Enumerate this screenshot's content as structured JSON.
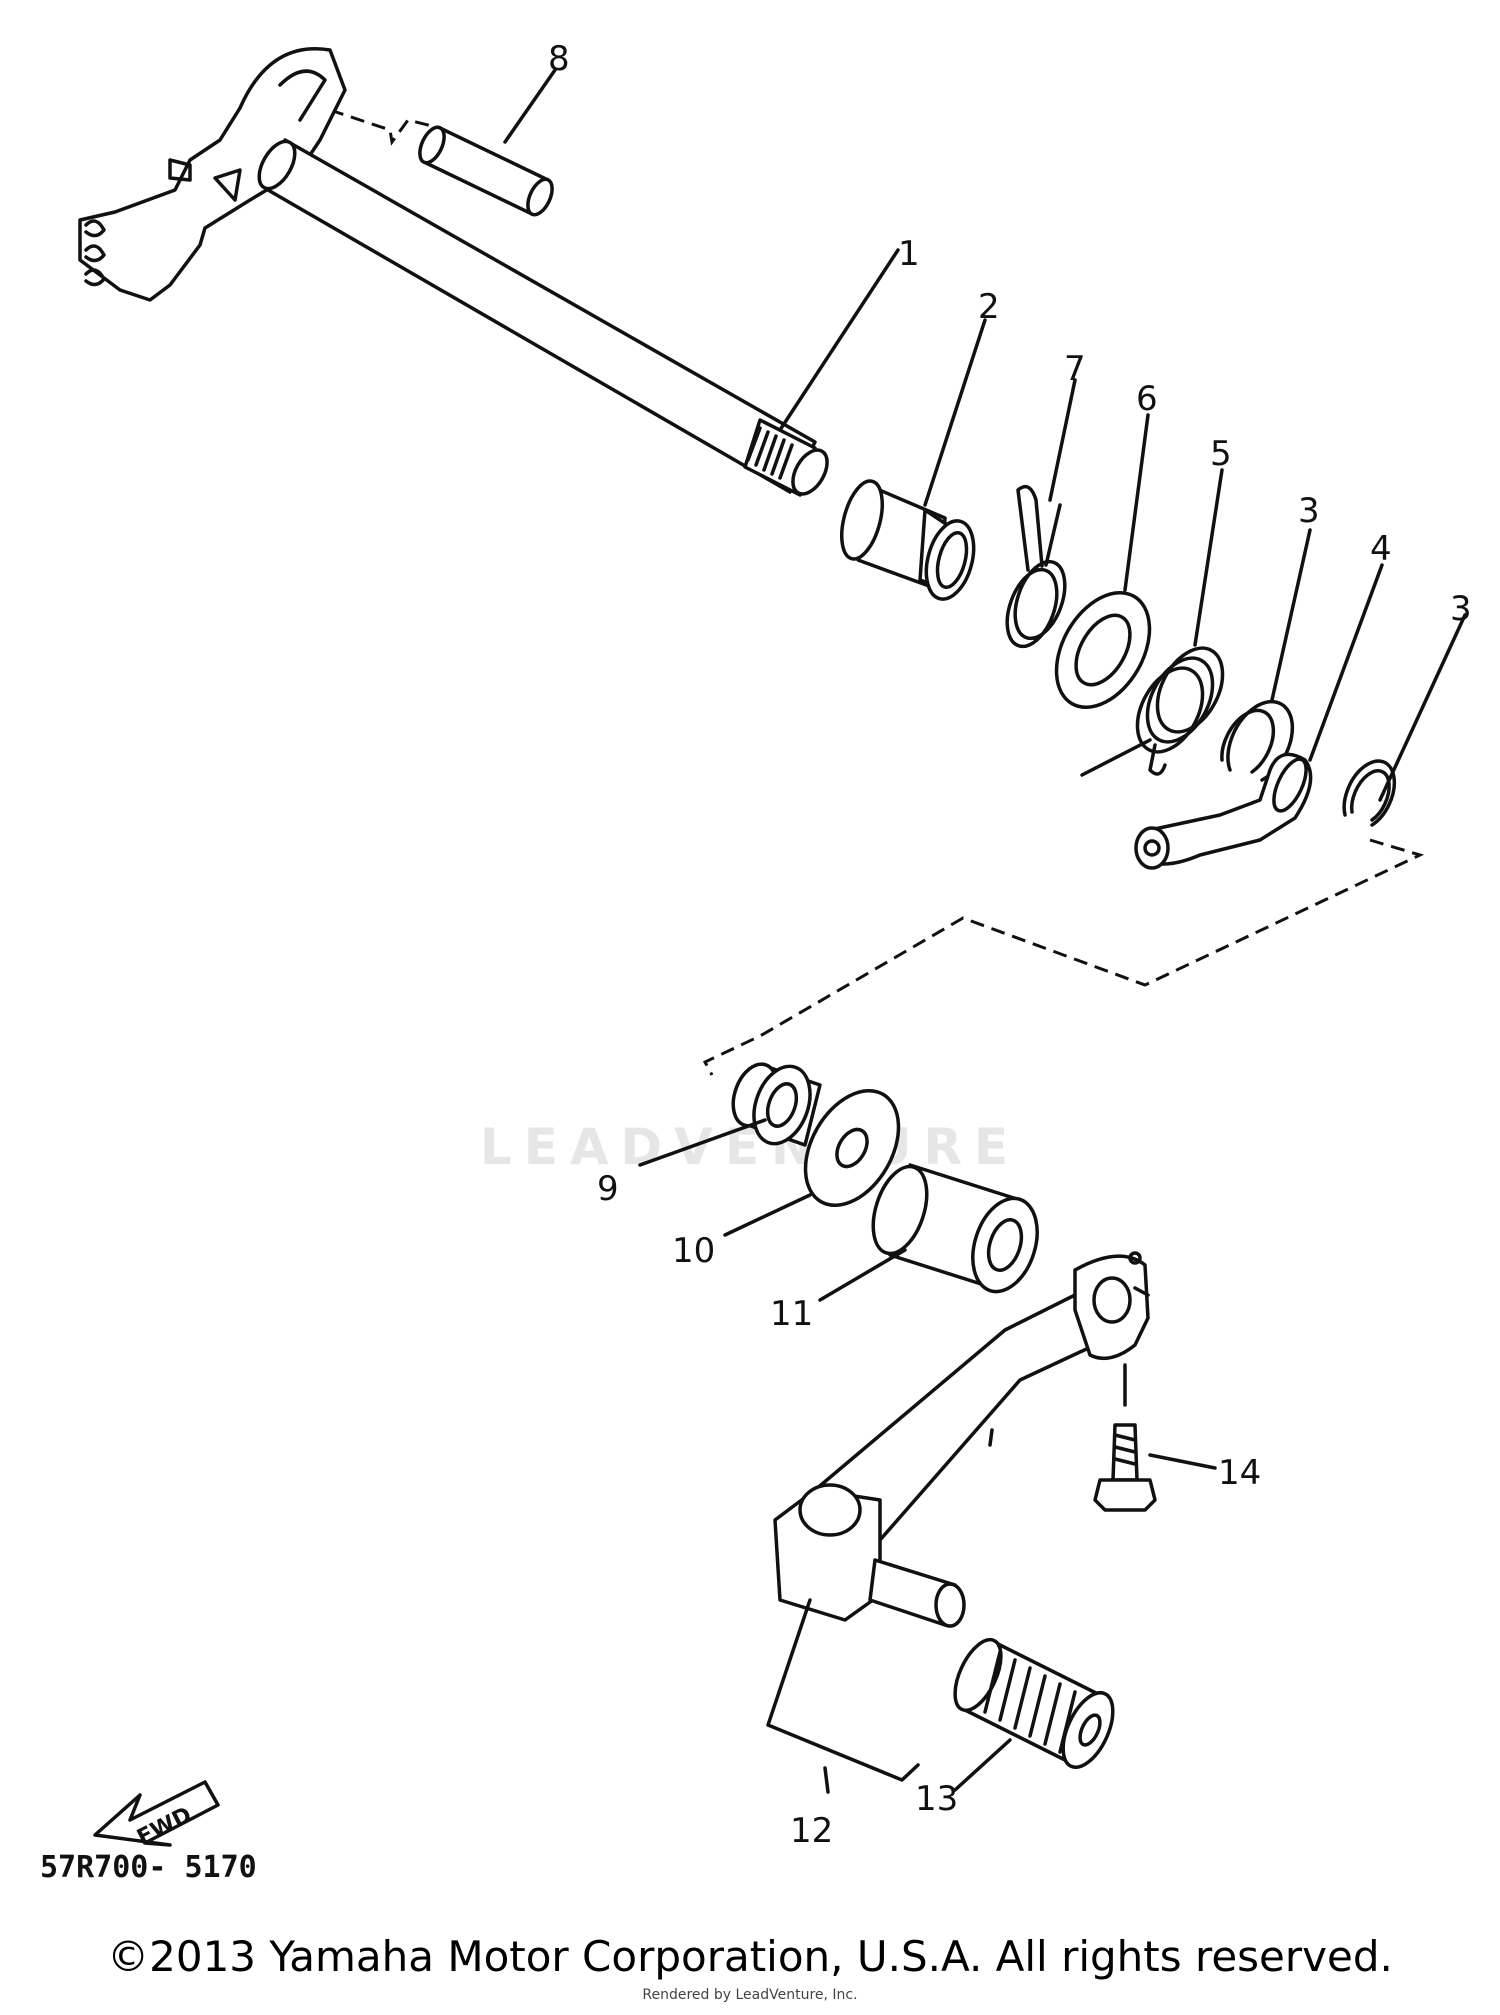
{
  "callouts": {
    "p1": "1",
    "p2": "2",
    "p3a": "3",
    "p3b": "3",
    "p4": "4",
    "p5": "5",
    "p6": "6",
    "p7": "7",
    "p8": "8",
    "p9": "9",
    "p10": "10",
    "p11": "11",
    "p12": "12",
    "p13": "13",
    "p14": "14"
  },
  "fwd_label": "FWD",
  "catalog_code": "57R700- 5170",
  "watermark": "LEADVENTURE",
  "copyright": "©2013 Yamaha Motor Corporation, U.S.A. All rights reserved.",
  "rendered_by": "Rendered by LeadVenture, Inc."
}
